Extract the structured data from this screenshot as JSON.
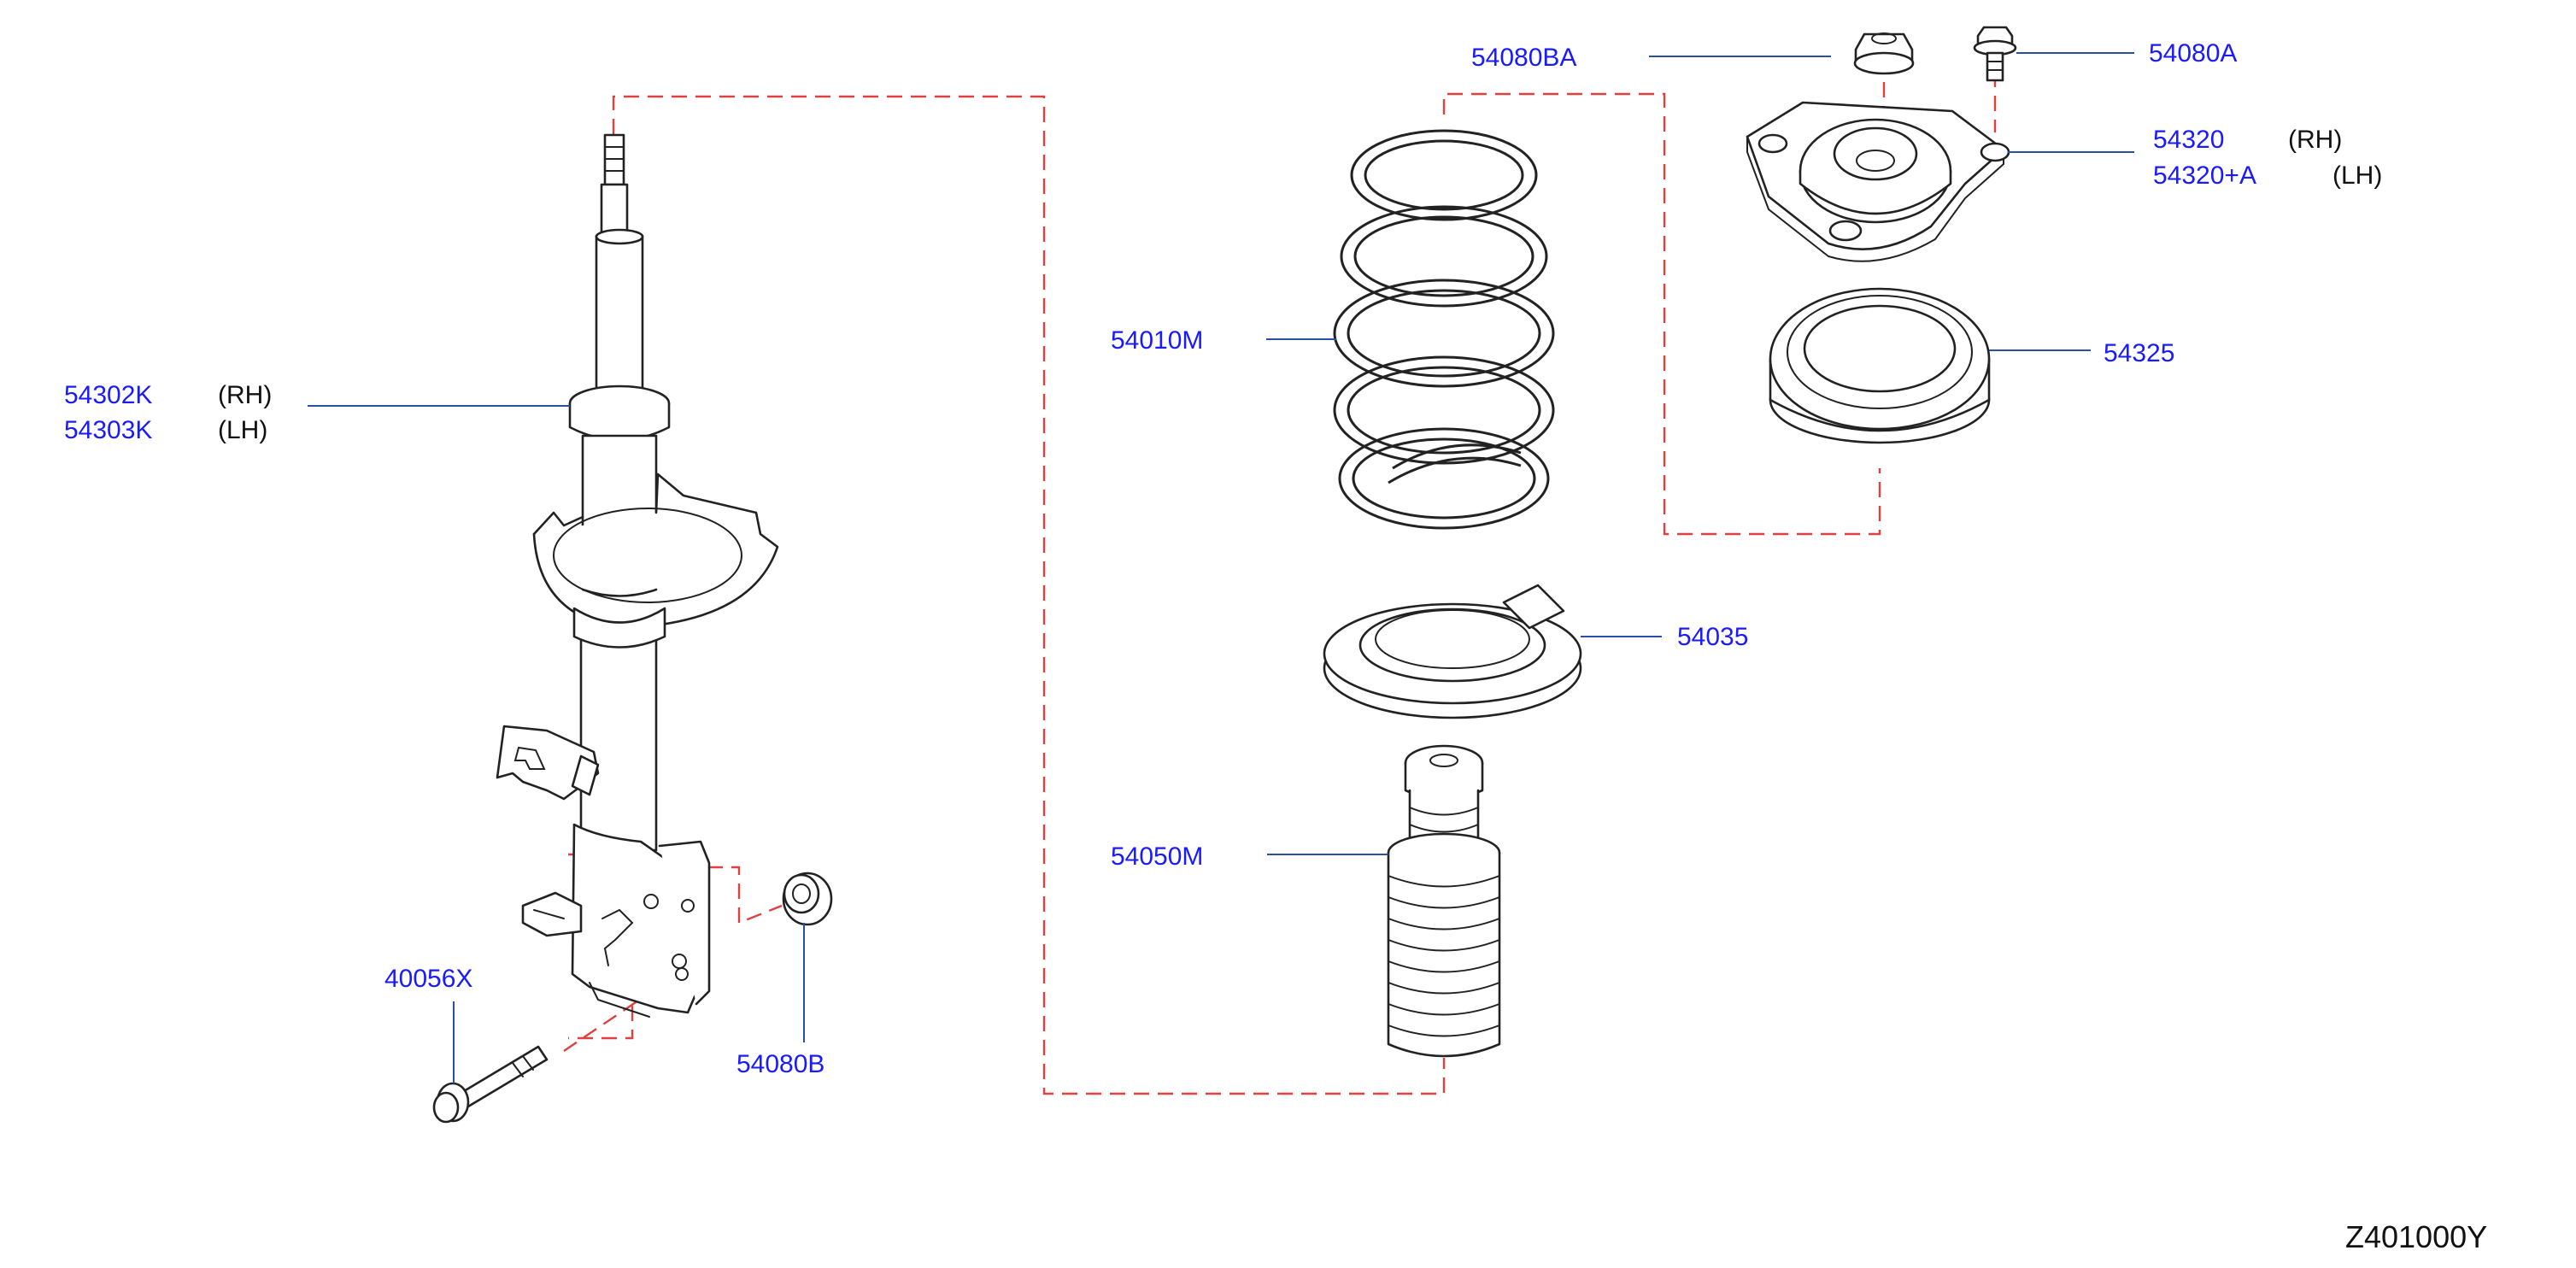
{
  "labels": {
    "strut_rh": "54302K",
    "strut_rh_side": "(RH)",
    "strut_lh": "54303K",
    "strut_lh_side": "(LH)",
    "bolt": "40056X",
    "nut_bottom": "54080B",
    "spring": "54010M",
    "spring_seat": "54035",
    "bumper_boot": "54050M",
    "nut_top": "54080BA",
    "mount_bolt": "54080A",
    "mount_rh": "54320",
    "mount_rh_side": "(RH)",
    "mount_lh": "54320+A",
    "mount_lh_side": "(LH)",
    "bearing": "54325"
  },
  "diagram_code": "Z401000Y",
  "colors": {
    "label": "#1a1aff",
    "leader": "#2a4fa0",
    "dashed_outline": "#e04040",
    "linework": "#222222"
  }
}
